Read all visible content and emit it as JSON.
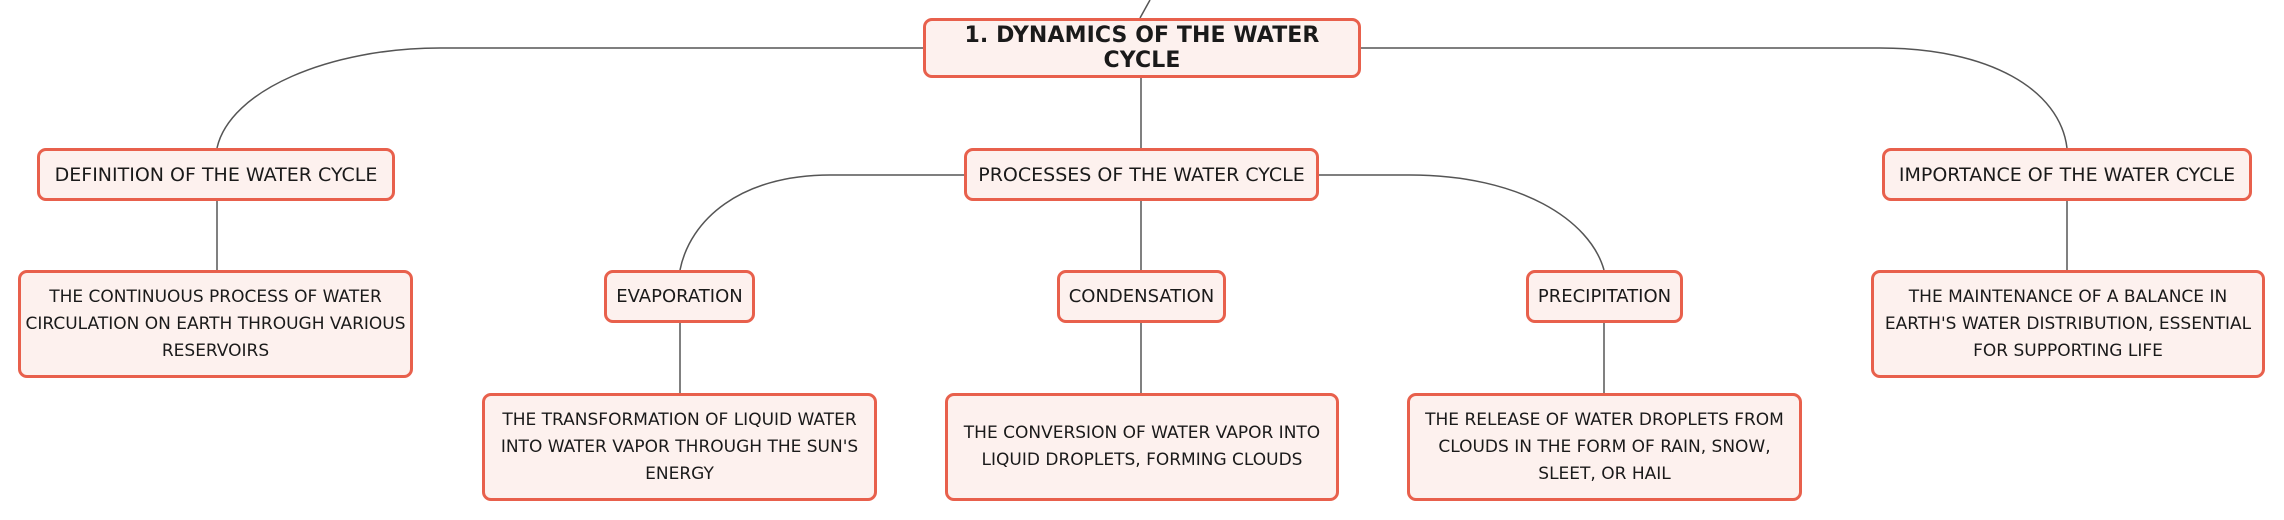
{
  "mindmap": {
    "root": {
      "label": "1. DYNAMICS OF THE WATER CYCLE"
    },
    "definition": {
      "label": "DEFINITION OF THE WATER CYCLE",
      "detail": "THE CONTINUOUS PROCESS OF WATER CIRCULATION ON EARTH THROUGH VARIOUS RESERVOIRS"
    },
    "processes": {
      "label": "PROCESSES OF THE WATER CYCLE",
      "items": [
        {
          "label": "EVAPORATION",
          "detail": "THE TRANSFORMATION OF LIQUID WATER INTO WATER VAPOR THROUGH THE SUN'S ENERGY"
        },
        {
          "label": "CONDENSATION",
          "detail": "THE CONVERSION OF WATER VAPOR INTO LIQUID DROPLETS, FORMING CLOUDS"
        },
        {
          "label": "PRECIPITATION",
          "detail": "THE RELEASE OF WATER DROPLETS FROM CLOUDS IN THE FORM OF RAIN, SNOW, SLEET, OR HAIL"
        }
      ]
    },
    "importance": {
      "label": "IMPORTANCE OF THE WATER CYCLE",
      "detail": "THE MAINTENANCE OF A BALANCE IN EARTH'S WATER DISTRIBUTION, ESSENTIAL FOR SUPPORTING LIFE"
    }
  },
  "colors": {
    "node_border": "#e8604c",
    "node_fill": "#fdf1ee",
    "connector": "#555555",
    "text": "#1a1a1a"
  }
}
